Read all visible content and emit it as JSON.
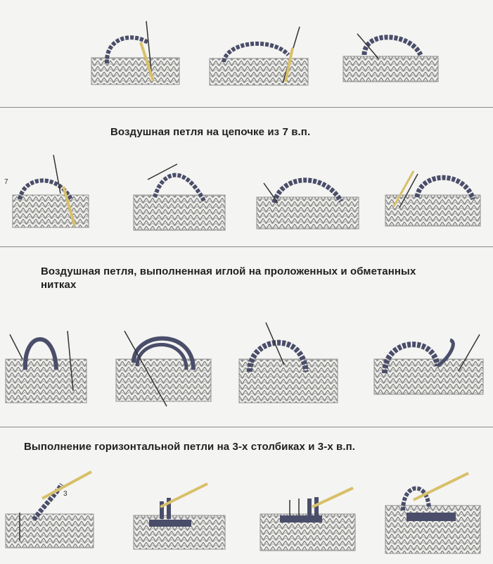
{
  "sections": [
    {
      "caption": "Воздушная петля на цепочке из 7 в.п.",
      "step_label": "7"
    },
    {
      "caption": "Воздушная петля, выполненная иглой на проложенных и обметанных нитках"
    },
    {
      "caption": "Выполнение горизонтальной петли на 3-х столбиках и 3-х в.п.",
      "step_label": "3"
    }
  ],
  "colors": {
    "fabric": "#8f8f8f",
    "yarn": "#4a4e6a",
    "needle": "#d8c06a",
    "divider": "#8a8a8a",
    "text": "#1f1f1f"
  }
}
